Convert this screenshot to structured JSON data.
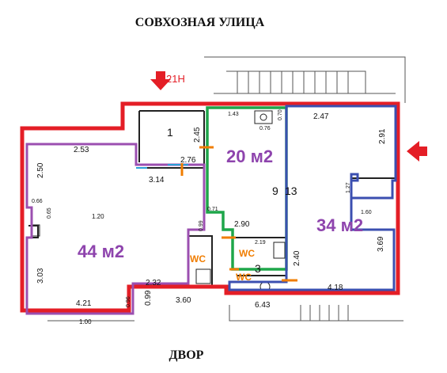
{
  "labels": {
    "street_top": "СОВХОЗНАЯ УЛИЦА",
    "street_bottom": "ДВОР",
    "entrance_code": "21Н"
  },
  "rooms": {
    "room_1_number": "1",
    "room_3_number": "3",
    "room_9_number": "9",
    "room_13_number": "13"
  },
  "areas": {
    "area_44": "44 м2",
    "area_20": "20 м2",
    "area_34": "34 м2"
  },
  "wc": {
    "wc_left": "WC",
    "wc_middle": "WC",
    "wc_bottom": "WC"
  },
  "dimensions": {
    "d_253": "2.53",
    "d_250": "2.50",
    "d_066": "0.66",
    "d_065": "0.65",
    "d_120": "1.20",
    "d_276": "2.76",
    "d_314": "3.14",
    "d_245": "2.45",
    "d_143": "1.43",
    "d_076": "0.76",
    "d_070": "0.70",
    "d_247": "2.47",
    "d_291": "2.91",
    "d_127": "1.27",
    "d_160": "1.60",
    "d_071": "0.71",
    "d_290": "2.90",
    "d_099a": "0.99",
    "d_219": "2.19",
    "d_303": "3.03",
    "d_369": "3.69",
    "d_240": "2.40",
    "d_232": "2.32",
    "d_099b": "0.99",
    "d_096": "0.96",
    "d_421": "4.21",
    "d_360": "3.60",
    "d_418": "4.18",
    "d_643": "6.43",
    "d_100": "1.00"
  },
  "colors": {
    "outer_outline": "#e41e26",
    "zone_20_outline": "#1ea64a",
    "zone_34_outline": "#3b4fb0",
    "zone_44_outline": "#9b4fb0",
    "area_text": "#8e44ad",
    "wc_text": "#f07d00",
    "arrow": "#e41e26",
    "markers": "#f07d00",
    "walls": "#222222"
  }
}
